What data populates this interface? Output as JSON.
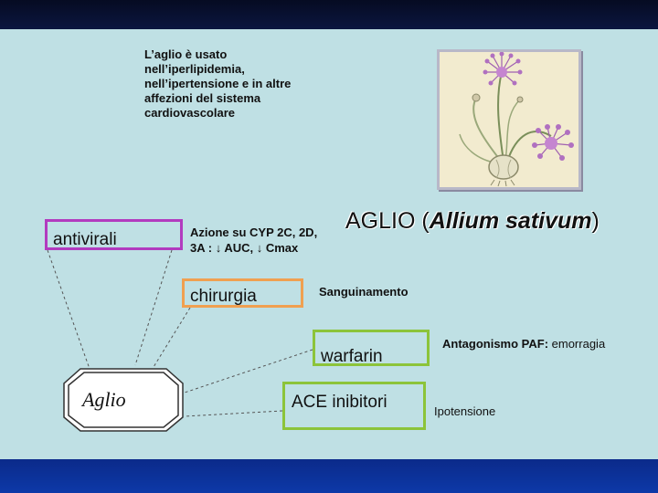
{
  "intro": {
    "lines": [
      "L’aglio è usato",
      "nell’iperlipidemia,",
      "nell’ipertensione e in altre",
      "affezioni del sistema",
      "cardiovascolare"
    ]
  },
  "title": {
    "prefix": "AGLIO (",
    "latin": "Allium sativum",
    "suffix": ")"
  },
  "center_node": {
    "label": "Aglio"
  },
  "boxes": {
    "antivirali": "antivirali",
    "chirurgia": "chirurgia",
    "warfarin": "warfarin",
    "ace": "ACE inibitori"
  },
  "notes": {
    "azione_line1": "Azione su CYP 2C, 2D,",
    "azione_line2": "3A : ↓ AUC, ↓ Cmax",
    "sanguinamento": "Sanguinamento",
    "paf_bold": "Antagonismo PAF:",
    "paf_rest": " emorragia",
    "ipotensione": "Ipotensione"
  },
  "colors": {
    "antivirali_border": "#b23bbf",
    "chirurgia_border": "#f0a050",
    "warfarin_border": "#8cc43a",
    "ace_border": "#8cc43a",
    "background": "#bfe0e4",
    "top_bar": "#0b1640",
    "bottom_bar": "#0d39a8"
  },
  "illustration": {
    "icon": "garlic-plant-illustration"
  }
}
